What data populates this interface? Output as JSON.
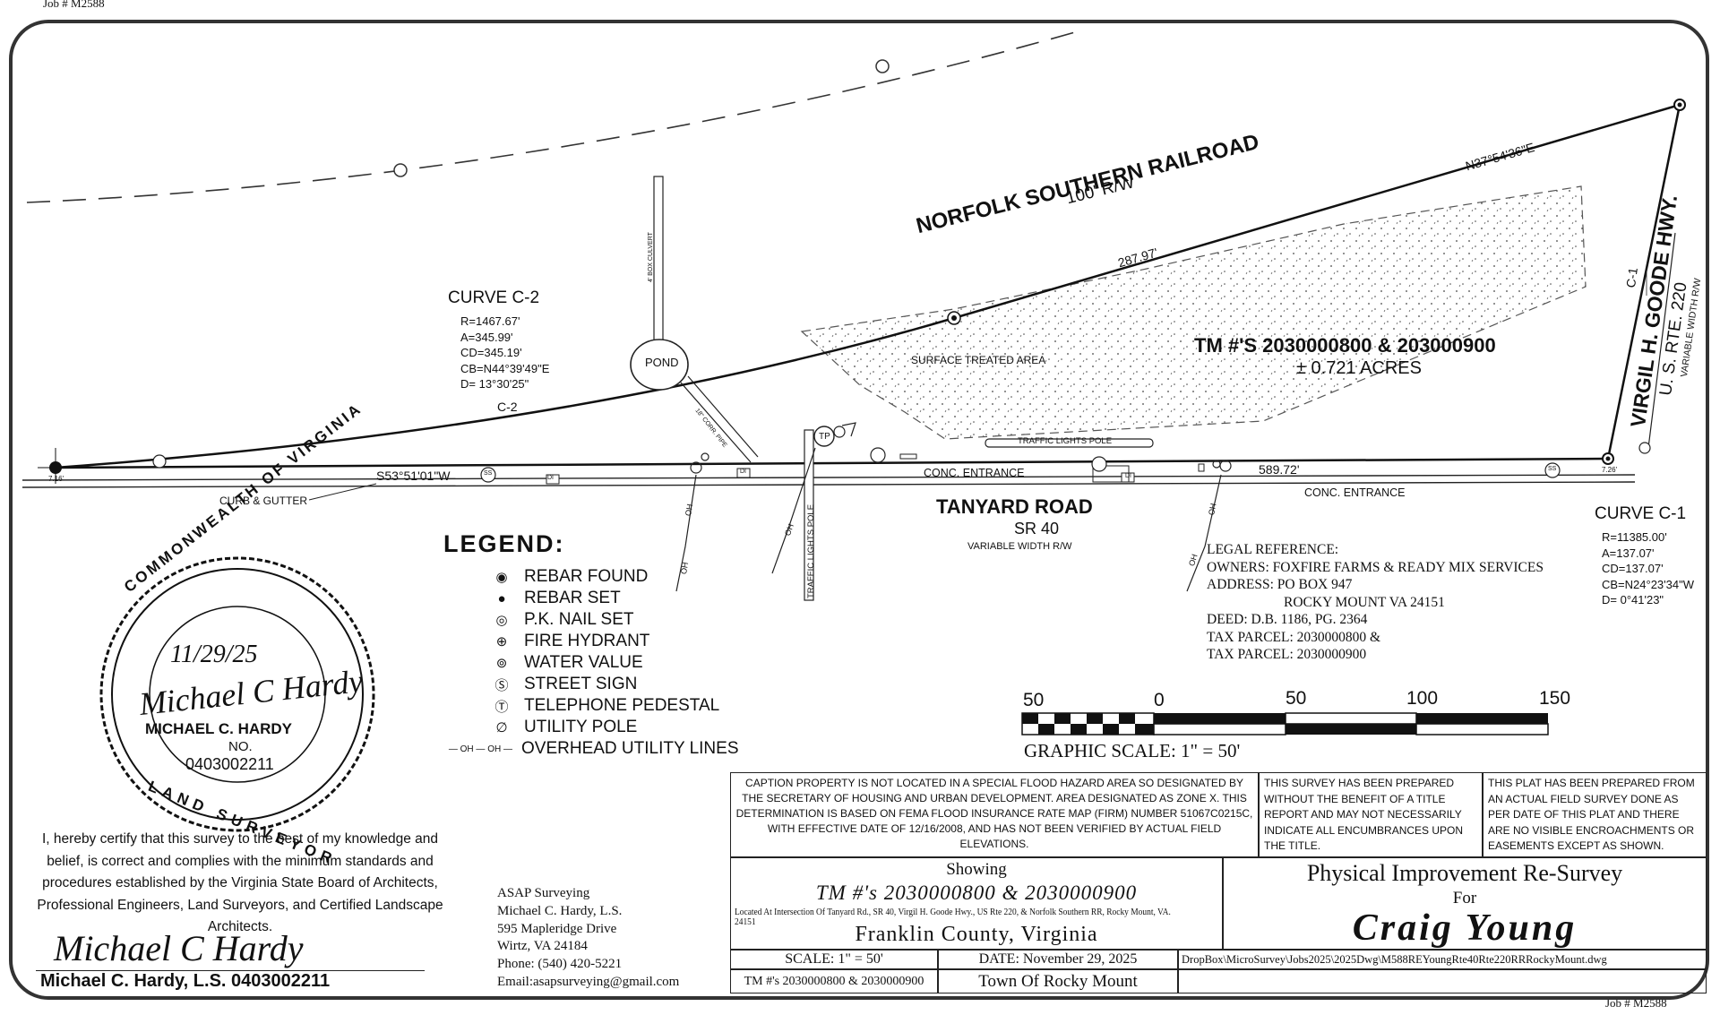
{
  "job_top": "Job # M2588",
  "job_bottom": "Job # M2588",
  "railroad": {
    "name": "NORFOLK SOUTHERN RAILROAD",
    "rw": "100' R/W"
  },
  "line_labels": {
    "north_bearing": "N37°54'36\"E",
    "north_dist": "287.97'",
    "south_bearing": "S53°51'01\"W",
    "south_dist": "589.72'",
    "c2": "C-2",
    "c1": "C-1"
  },
  "curve_c2": {
    "title": "CURVE C-2",
    "lines": [
      "R=1467.67'",
      "A=345.99'",
      "CD=345.19'",
      "CB=N44°39'49\"E",
      "D= 13°30'25\""
    ]
  },
  "curve_c1": {
    "title": "CURVE C-1",
    "lines": [
      "R=11385.00'",
      "A=137.07'",
      "CD=137.07'",
      "CB=N24°23'34\"W",
      "D= 0°41'23\""
    ]
  },
  "parcel": {
    "tm": "TM #'S 2030000800 & 203000900",
    "acres": "± 0.721  ACRES",
    "surface": "SURFACE TREATED AREA"
  },
  "features": {
    "pond": "POND",
    "culvert1": "4' BOX CULVERT",
    "culvert2": "18\" CORR. PIPE",
    "traffic_pole_h": "TRAFFIC LIGHTS POLE",
    "traffic_pole_v": "TRAFFIC LIGHTS POLE",
    "conc_entrance1": "CONC. ENTRANCE",
    "conc_entrance2": "CONC. ENTRANCE",
    "curb": "CURB & GUTTER",
    "oh": "OH",
    "di": "DI",
    "tp": "TP",
    "ss": "SS",
    "small_left": "7.16'",
    "small_right": "7.26'"
  },
  "road": {
    "name": "TANYARD ROAD",
    "sr": "SR 40",
    "width": "VARIABLE WIDTH R/W"
  },
  "highway": {
    "name": "VIRGIL H. GOODE HWY.",
    "route": "U. S. RTE. 220",
    "width": "VARIABLE WIDTH R/W"
  },
  "legend": {
    "title": "LEGEND:",
    "items": [
      {
        "symbol": "◉",
        "label": "REBAR FOUND"
      },
      {
        "symbol": "●",
        "label": "REBAR SET"
      },
      {
        "symbol": "◎",
        "label": "P.K. NAIL SET"
      },
      {
        "symbol": "⊕",
        "label": "FIRE HYDRANT"
      },
      {
        "symbol": "⊚",
        "label": "WATER VALUE"
      },
      {
        "symbol": "Ⓢ",
        "label": "STREET SIGN"
      },
      {
        "symbol": "Ⓣ",
        "label": "TELEPHONE PEDESTAL"
      },
      {
        "symbol": "∅",
        "label": "UTILITY POLE"
      },
      {
        "symbol": "— OH — OH —",
        "label": "OVERHEAD UTILITY LINES"
      }
    ]
  },
  "legal": {
    "title": "LEGAL REFERENCE:",
    "lines": [
      "OWNERS: FOXFIRE FARMS & READY MIX SERVICES",
      "ADDRESS: PO BOX 947",
      "ROCKY MOUNT  VA  24151",
      "DEED: D.B. 1186, PG. 2364",
      "TAX PARCEL:   2030000800 &",
      "TAX PARCEL:  2030000900"
    ]
  },
  "scale_bar": {
    "ticks": [
      "50",
      "0",
      "50",
      "100",
      "150"
    ],
    "caption": "GRAPHIC  SCALE:  1\"  =  50'"
  },
  "seal": {
    "top": "COMMONWEALTH OF VIRGINIA",
    "bottom": "LAND SURVEYOR",
    "date": "11/29/25",
    "name": "MICHAEL C. HARDY",
    "no": "NO.",
    "number": "0403002211",
    "signature": "Michael C Hardy"
  },
  "certification": "I, hereby certify that this survey to the best of my knowledge and belief, is correct and complies with the minimum standards and procedures established by the Virginia State Board of Architects, Professional Engineers, Land Surveyors, and Certified Landscape Architects.",
  "surveyor_sig": "Michael C Hardy",
  "surveyor_line": "Michael C. Hardy, L.S. 0403002211",
  "company": {
    "lines": [
      "ASAP Surveying",
      "Michael C. Hardy, L.S.",
      "595 Mapleridge Drive",
      "Wirtz,  VA  24184",
      "Phone: (540) 420-5221",
      "Email:asapsurveying@gmail.com"
    ]
  },
  "notes": {
    "flood": "CAPTION PROPERTY IS NOT LOCATED IN A SPECIAL FLOOD HAZARD AREA SO DESIGNATED BY THE SECRETARY OF HOUSING AND URBAN DEVELOPMENT.  AREA DESIGNATED AS ZONE X. THIS DETERMINATION IS BASED ON FEMA FLOOD INSURANCE RATE MAP (FIRM) NUMBER 51067C0215C, WITH EFFECTIVE DATE OF 12/16/2008, AND HAS NOT BEEN VERIFIED BY ACTUAL FIELD ELEVATIONS.",
    "title_report": "THIS SURVEY HAS BEEN PREPARED WITHOUT THE BENEFIT OF A TITLE REPORT AND MAY NOT NECESSARILY INDICATE ALL ENCUMBRANCES UPON THE TITLE.",
    "field": "THIS PLAT HAS BEEN PREPARED FROM AN ACTUAL FIELD SURVEY DONE AS PER DATE OF THIS PLAT AND THERE ARE NO VISIBLE ENCROACHMENTS OR EASEMENTS EXCEPT AS SHOWN."
  },
  "title_block": {
    "showing": "Showing",
    "tm_script": "TM #'s 2030000800 & 2030000900",
    "location": "Located At Intersection Of Tanyard Rd., SR 40, Virgil H. Goode Hwy., US Rte 220, & Norfolk Southern RR, Rocky Mount, VA. 24151",
    "county": "Franklin  County,  Virginia",
    "scale": "SCALE:  1\" = 50'",
    "date": "DATE:  November 29, 2025",
    "tm_small": "TM #'s 2030000800 & 2030000900",
    "town": "Town Of Rocky Mount",
    "survey_title": "Physical Improvement Re-Survey",
    "for": "For",
    "client": "Craig Young",
    "path": "DropBox\\MicroSurvey\\Jobs2025\\2025Dwg\\M588REYoungRte40Rte220RRRockyMount.dwg"
  }
}
